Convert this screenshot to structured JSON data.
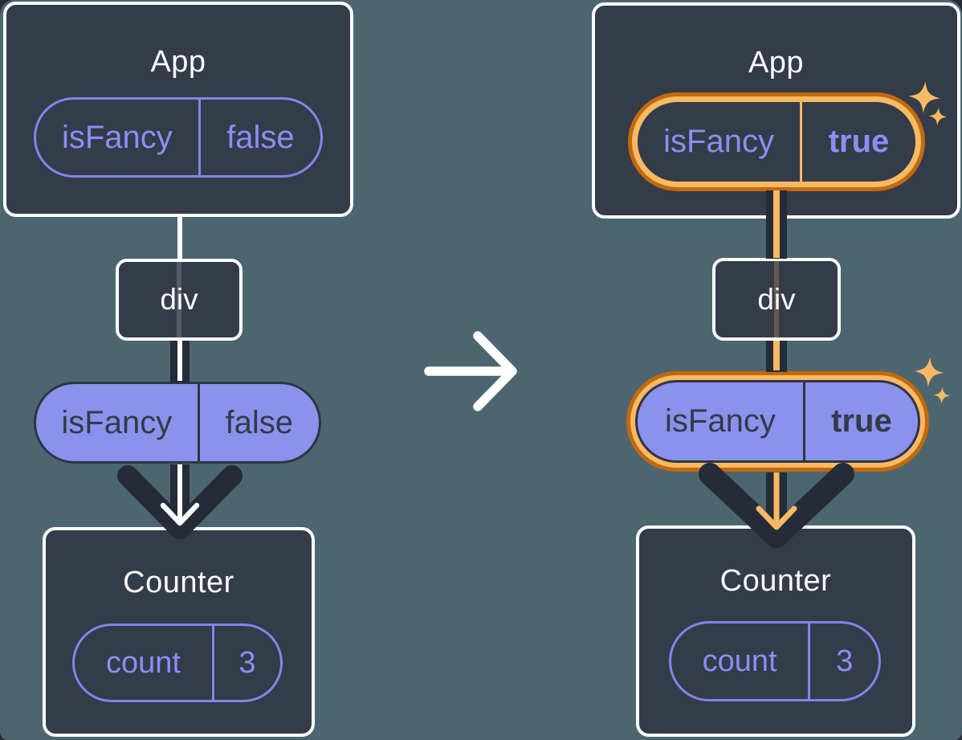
{
  "colors": {
    "pagebg": "#262B35",
    "canvas": "#4B6670",
    "card": "#343B49",
    "cardBorder": "#FFFFFF",
    "purple": "#8A8FF2",
    "purpleBorder": "#7E87EA",
    "purpleFill": "#8B92EC",
    "darkText": "#333A48",
    "arrowDark": "#252B37",
    "orangeDark": "#C2690E",
    "orangeLight": "#F8B963",
    "white": "#FFFFFF"
  },
  "transition": {
    "icon": "right-arrow-icon"
  },
  "before": {
    "app": {
      "title": "App",
      "state": {
        "name": "isFancy",
        "value": "false"
      }
    },
    "container": {
      "title": "div"
    },
    "prop": {
      "name": "isFancy",
      "value": "false"
    },
    "counter": {
      "title": "Counter",
      "state": {
        "name": "count",
        "value": "3"
      }
    }
  },
  "after": {
    "app": {
      "title": "App",
      "state": {
        "name": "isFancy",
        "value": "true"
      }
    },
    "container": {
      "title": "div"
    },
    "prop": {
      "name": "isFancy",
      "value": "true"
    },
    "counter": {
      "title": "Counter",
      "state": {
        "name": "count",
        "value": "3"
      }
    },
    "highlight_icon": "sparkle-icon"
  }
}
